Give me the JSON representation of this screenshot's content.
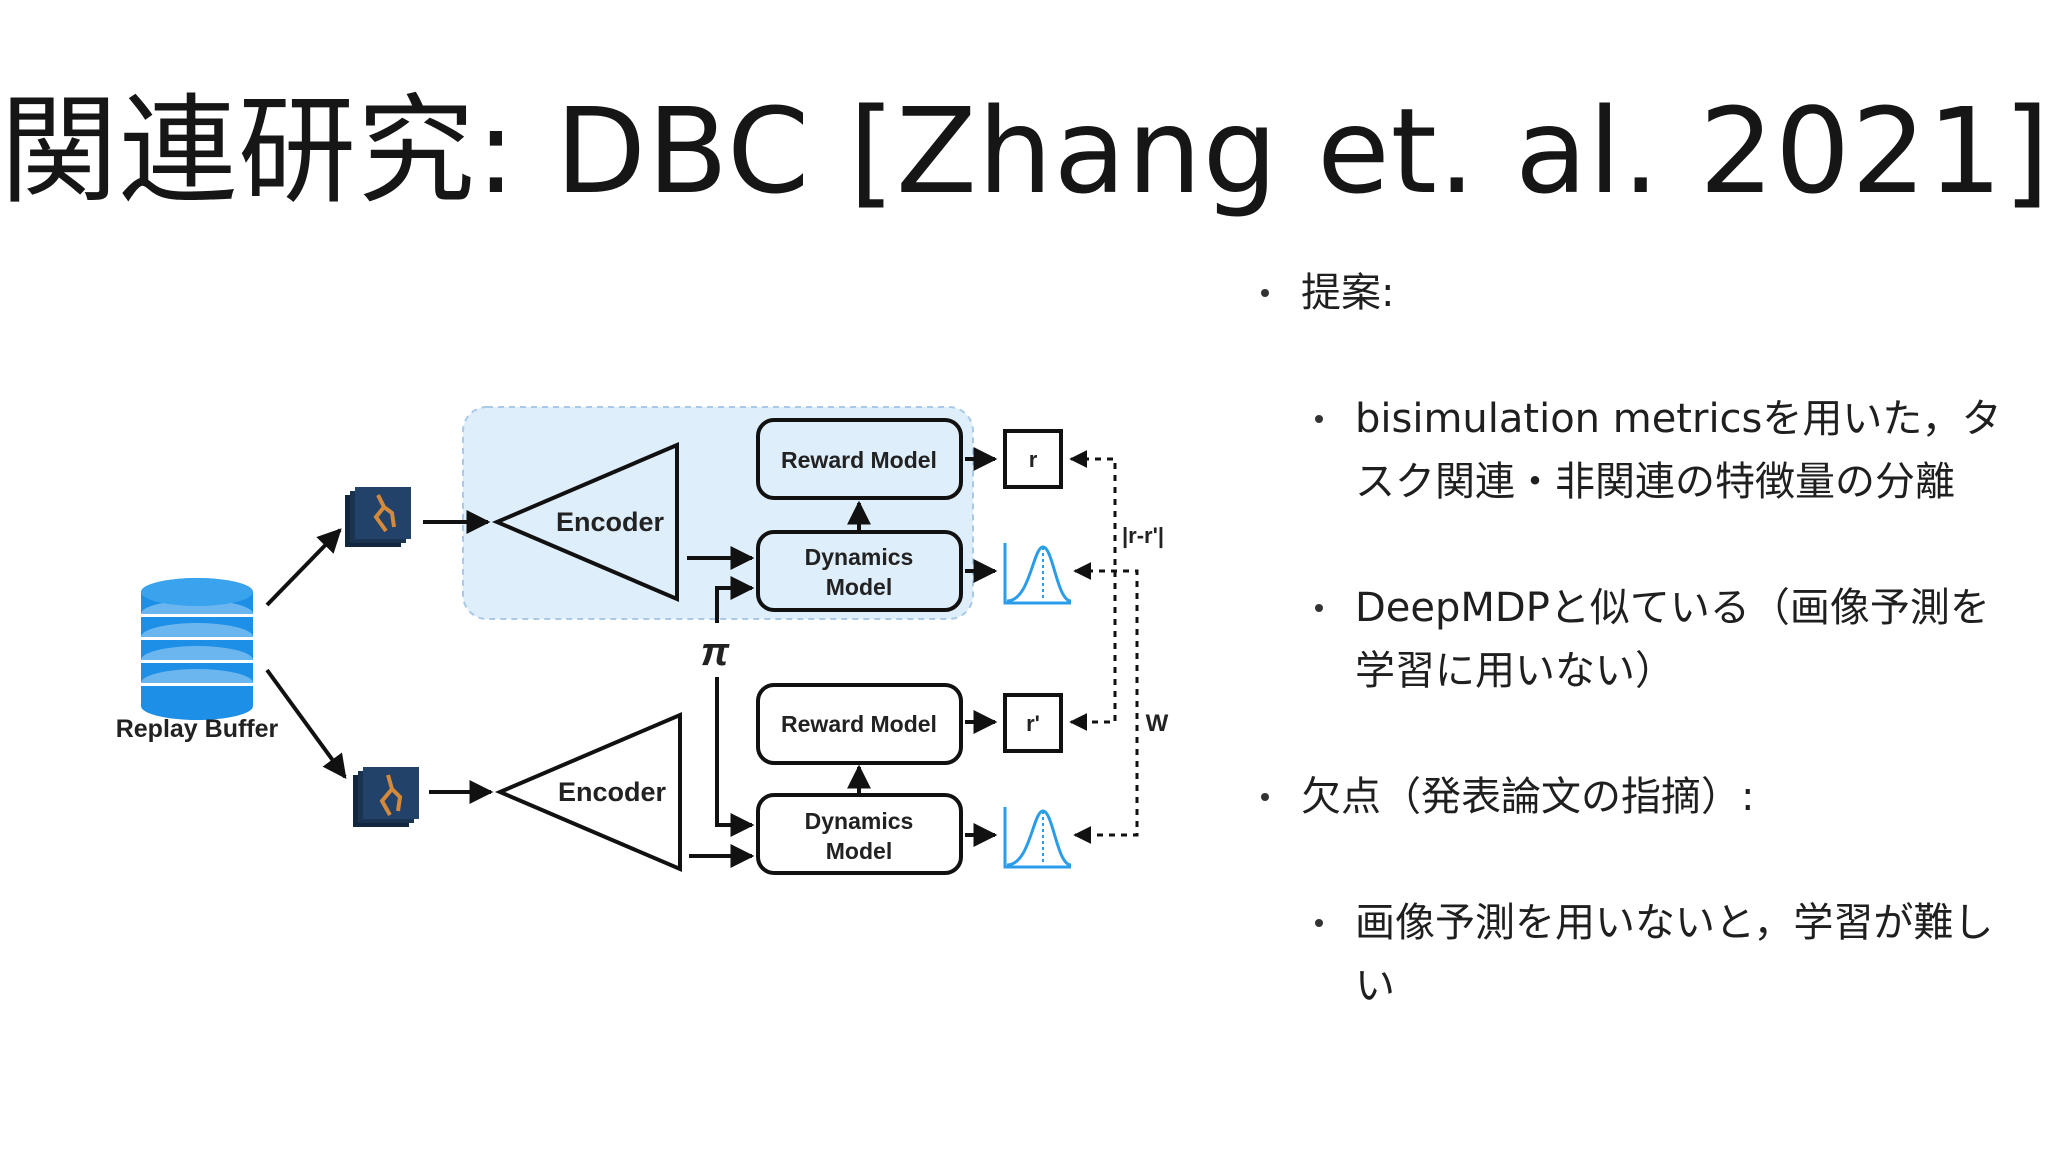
{
  "title": "関連研究: DBC [Zhang et. al. 2021]",
  "diagram": {
    "replay_buffer": "Replay Buffer",
    "encoder_top": "Encoder",
    "encoder_bottom": "Encoder",
    "reward_model_top": "Reward Model",
    "reward_model_bottom": "Reward Model",
    "dynamics_top_line1": "Dynamics",
    "dynamics_top_line2": "Model",
    "dynamics_bottom_line1": "Dynamics",
    "dynamics_bottom_line2": "Model",
    "r": "r",
    "r_prime": "r'",
    "r_diff": "|r-r'|",
    "w": "W",
    "pi": "π",
    "colors": {
      "encoder_panel": "#deeefb",
      "buffer_blue": "#1e8fe6",
      "distribution": "#2a9ce8",
      "frame_dark": "#1c3553",
      "walker": "#d48a3a"
    }
  },
  "bullets": [
    {
      "text": "提案:"
    },
    {
      "text": "bisimulation metricsを用いた，タスク関連・非関連の特徴量の分離"
    },
    {
      "text": "DeepMDPと似ている（画像予測を学習に用いない）"
    },
    {
      "text": "欠点（発表論文の指摘）:"
    },
    {
      "text": "画像予測を用いないと，学習が難しい"
    }
  ]
}
